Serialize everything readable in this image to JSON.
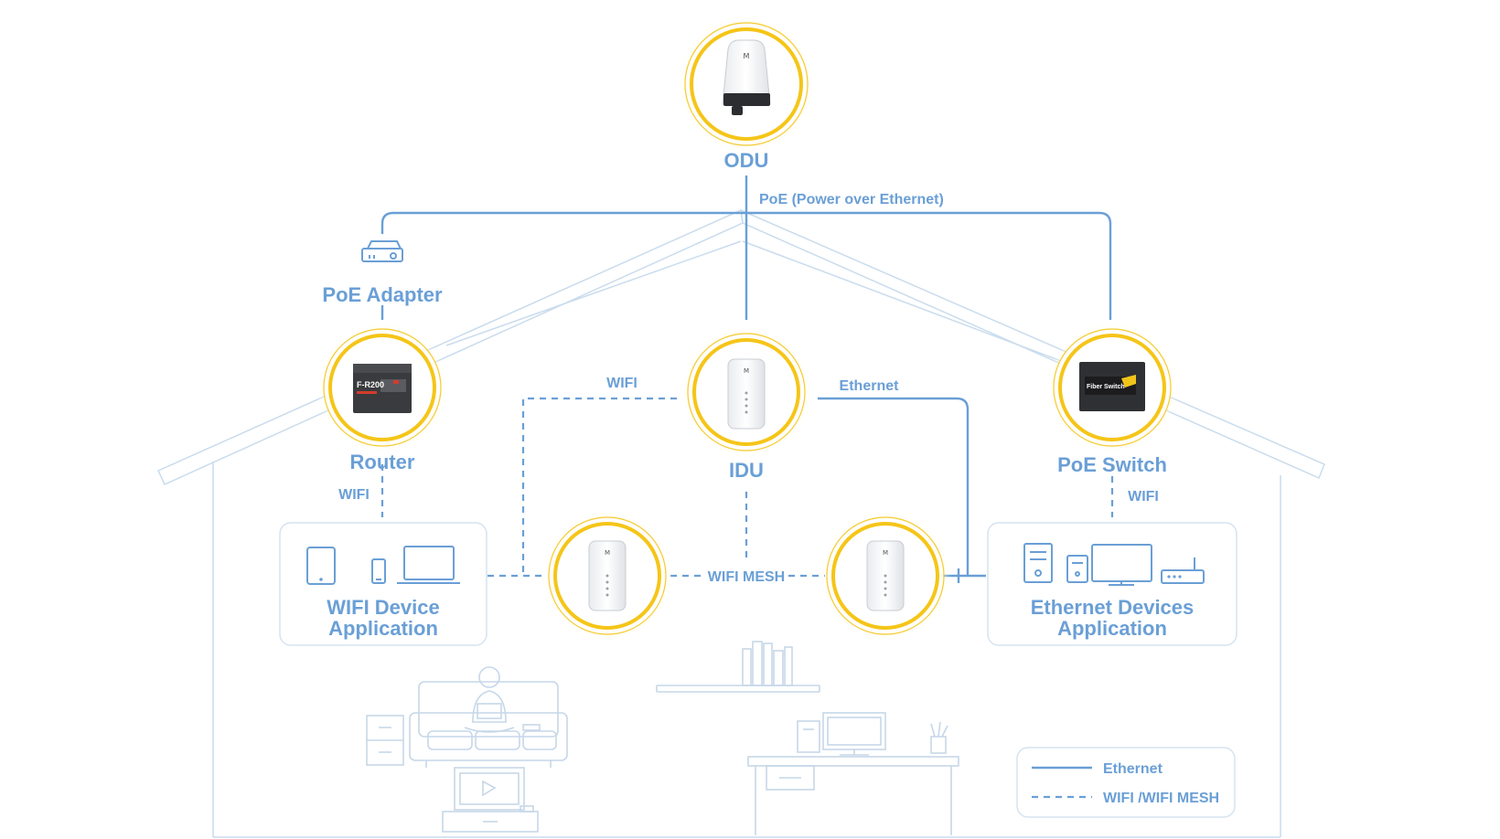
{
  "nodes": {
    "odu": "ODU",
    "poe_adapter": "PoE Adapter",
    "router": "Router",
    "idu": "IDU",
    "poe_switch": "PoE Switch"
  },
  "links": {
    "poe": "PoE (Power over Ethernet)",
    "wifi_idu": "WIFI",
    "ethernet_idu": "Ethernet",
    "wifi_router": "WIFI",
    "wifi_switch": "WIFI",
    "wifi_mesh": "WIFI MESH"
  },
  "groups": {
    "wifi_devices": [
      "WIFI Device",
      "Application"
    ],
    "ethernet_devices": [
      "Ethernet Devices",
      "Application"
    ]
  },
  "device_labels": {
    "router_model": "F-R200",
    "switch_model": "Fiber Switch"
  },
  "legend": {
    "solid": "Ethernet",
    "dashed": "WIFI /WIFI MESH"
  },
  "colors": {
    "accent": "#6a9fd6",
    "halo": "#f5c518",
    "house_line": "#c9dced"
  }
}
